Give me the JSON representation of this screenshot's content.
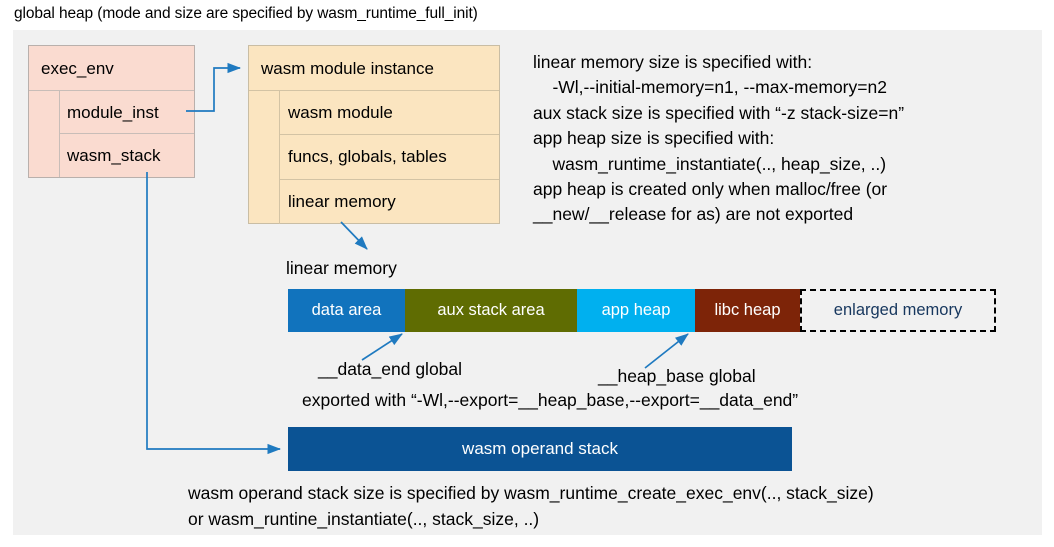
{
  "caption": "global heap (mode and size are specified by wasm_runtime_full_init)",
  "exec_env": {
    "title": "exec_env",
    "fields": [
      {
        "label": "module_inst"
      },
      {
        "label": "wasm_stack"
      }
    ]
  },
  "wasm_module_instance": {
    "title": "wasm module instance",
    "fields": [
      {
        "label": "wasm module"
      },
      {
        "label": "funcs, globals, tables"
      },
      {
        "label": "linear memory"
      }
    ]
  },
  "notes": "linear memory size is specified with:\n    -Wl,--initial-memory=n1, --max-memory=n2\naux stack size is specified with “-z stack-size=n”\napp heap size is specified with:\n    wasm_runtime_instantiate(.., heap_size, ..)\napp heap is created only when malloc/free (or\n__new/__release for as) are not exported",
  "linear_memory": {
    "label": "linear memory",
    "segments": [
      {
        "label": "data area",
        "color": "#1173bd",
        "width": 117
      },
      {
        "label": "aux stack area",
        "color": "#5f6c02",
        "width": 172
      },
      {
        "label": "app heap",
        "color": "#00b0ef",
        "width": 118
      },
      {
        "label": "libc heap",
        "color": "#7d2408",
        "width": 105
      },
      {
        "label": "enlarged memory",
        "color": "#f1f1f1",
        "width": 196
      }
    ]
  },
  "annotations": {
    "data_end": "__data_end global",
    "heap_base": "__heap_base global",
    "exported": "exported with “-Wl,--export=__heap_base,--export=__data_end”"
  },
  "operand_stack": {
    "label": "wasm operand stack",
    "note": "wasm operand stack size is specified by wasm_runtime_create_exec_env(.., stack_size)\nor wasm_runtine_instantiate(.., stack_size, ..)"
  },
  "colors": {
    "panel_bg": "#f1f1f1",
    "exec_env_fill": "#fadbd0",
    "module_instance_fill": "#fbe5c0",
    "operand_stack_fill": "#0b5394",
    "connector": "#1f7ac0",
    "enlarged_text": "#17375e"
  }
}
